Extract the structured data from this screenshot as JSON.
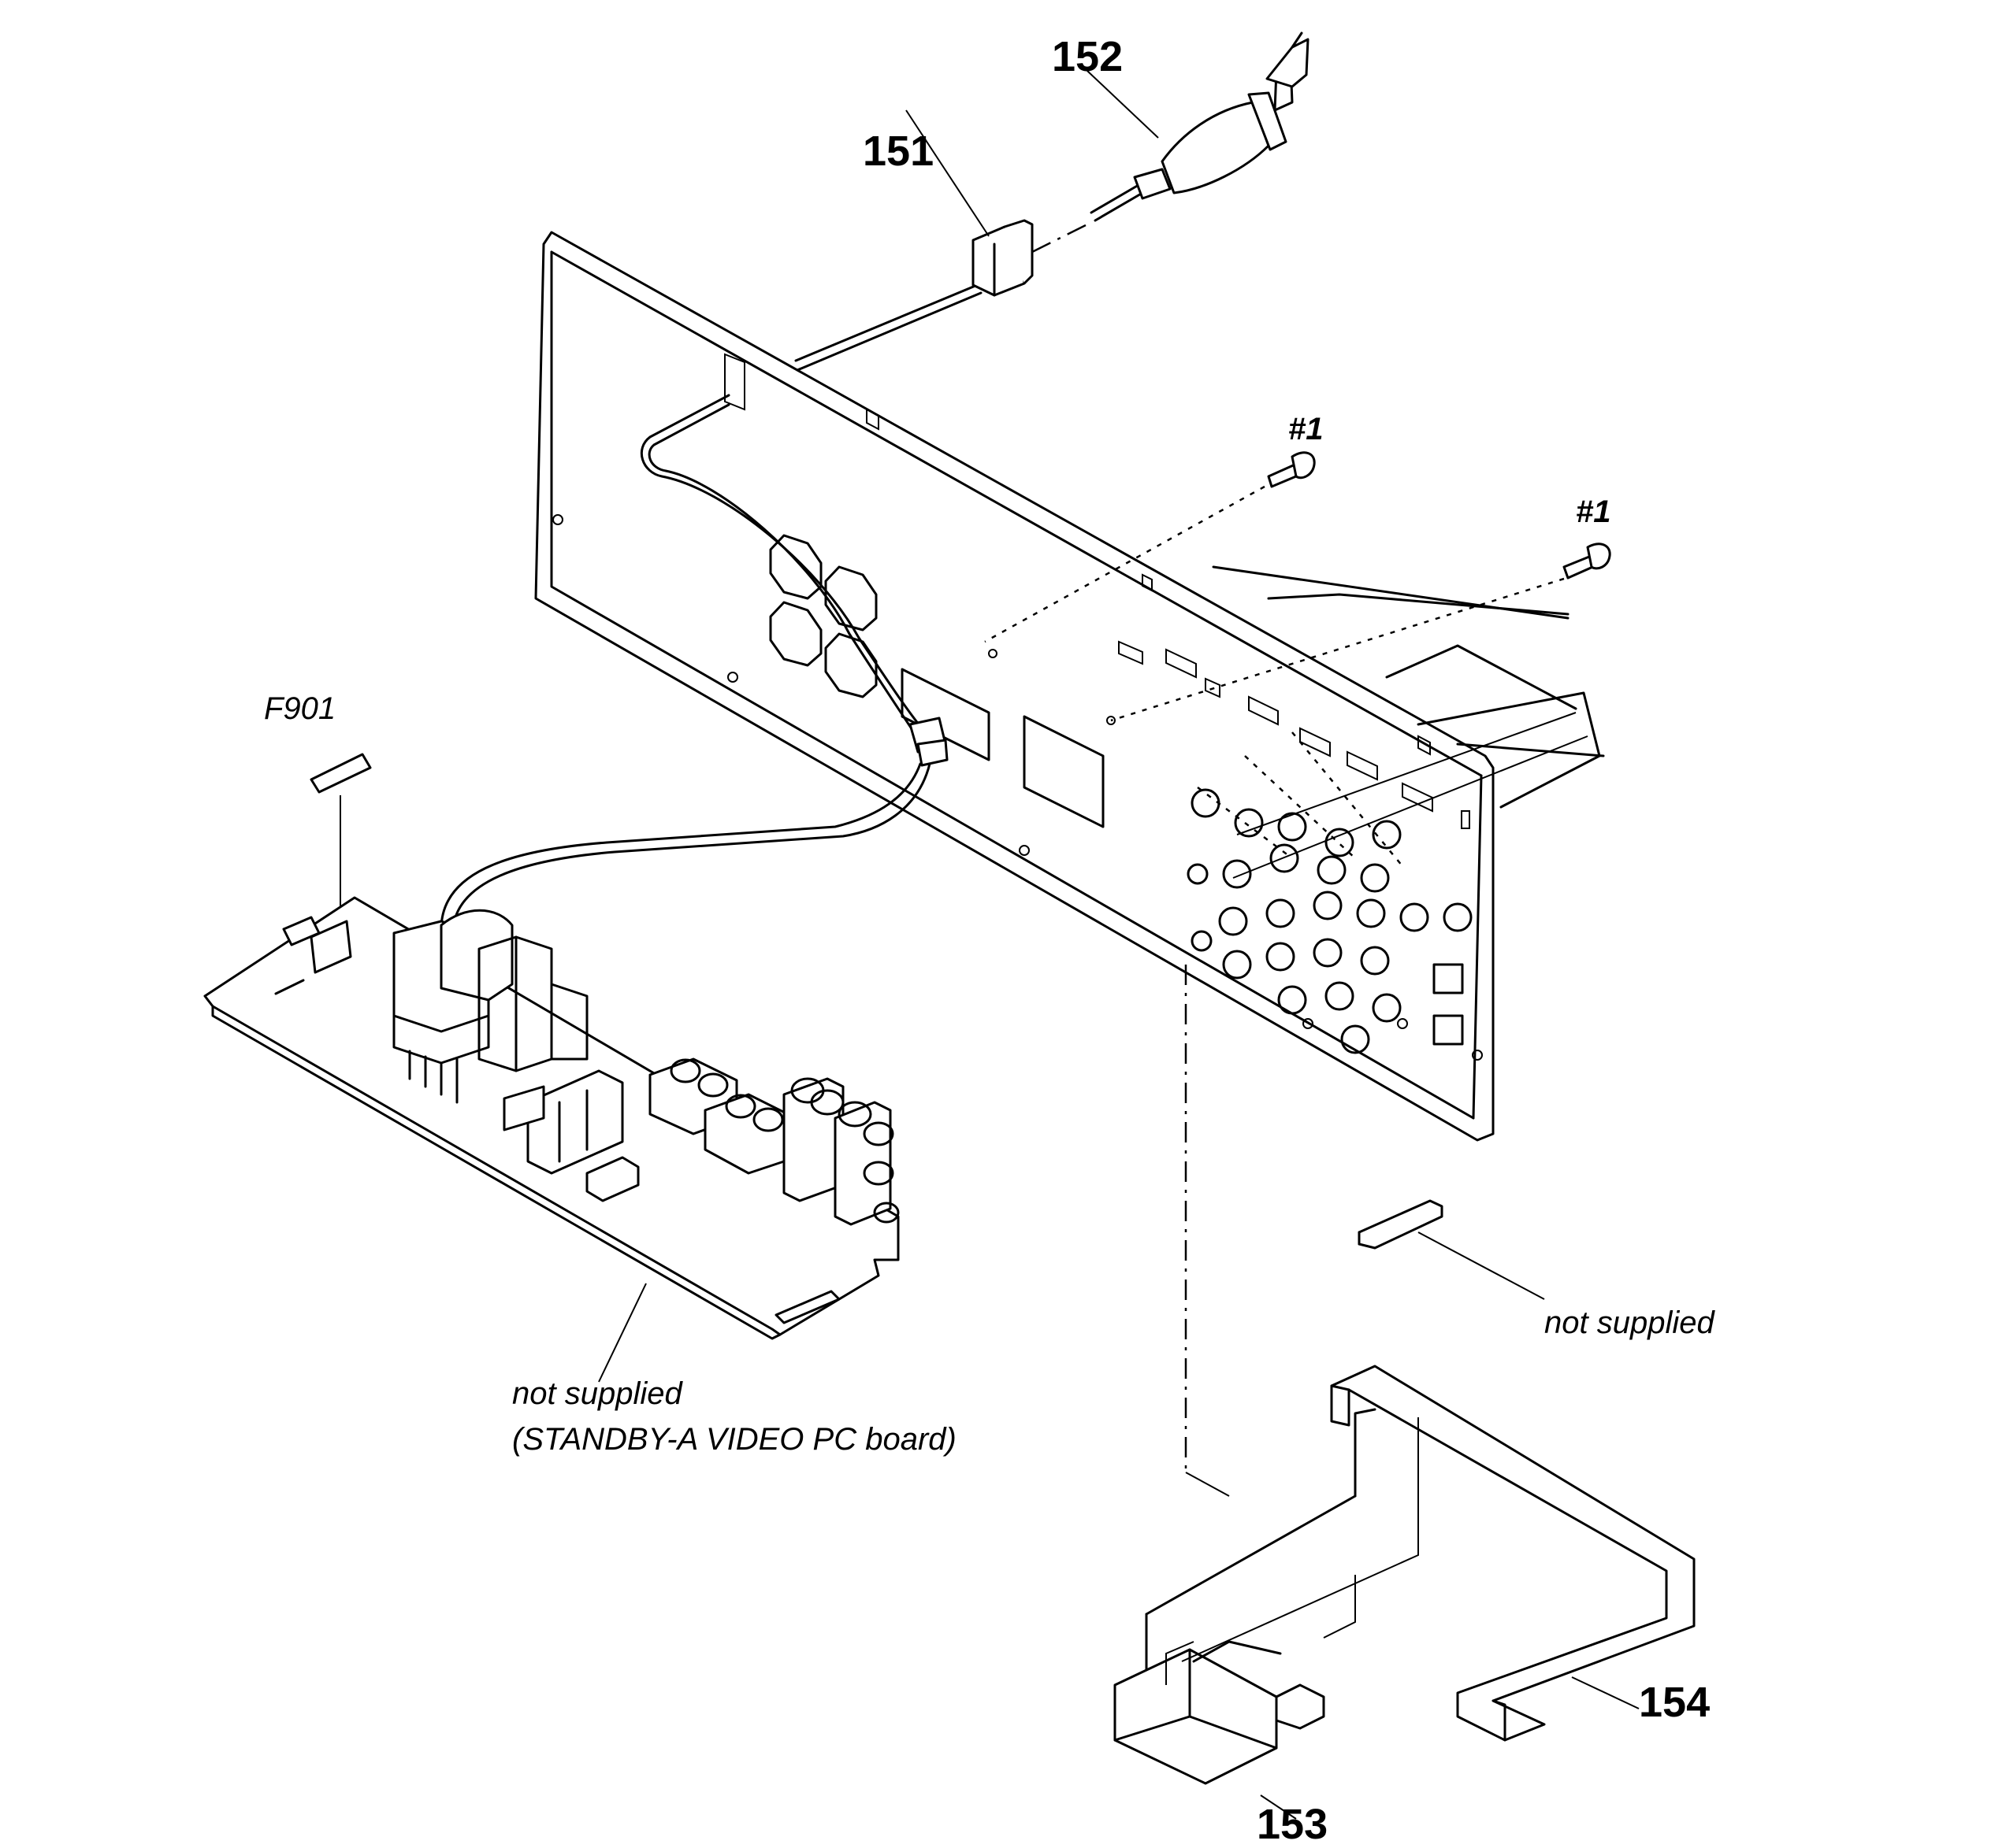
{
  "labels": {
    "part_151": "151",
    "part_152": "152",
    "part_153": "153",
    "part_154": "154",
    "screw_1a": "#1",
    "screw_1b": "#1",
    "fuse": "F901",
    "not_supplied_board_line1": "not supplied",
    "not_supplied_board_line2": "(STANDBY-A VIDEO PC board)",
    "not_supplied_right": "not supplied"
  }
}
